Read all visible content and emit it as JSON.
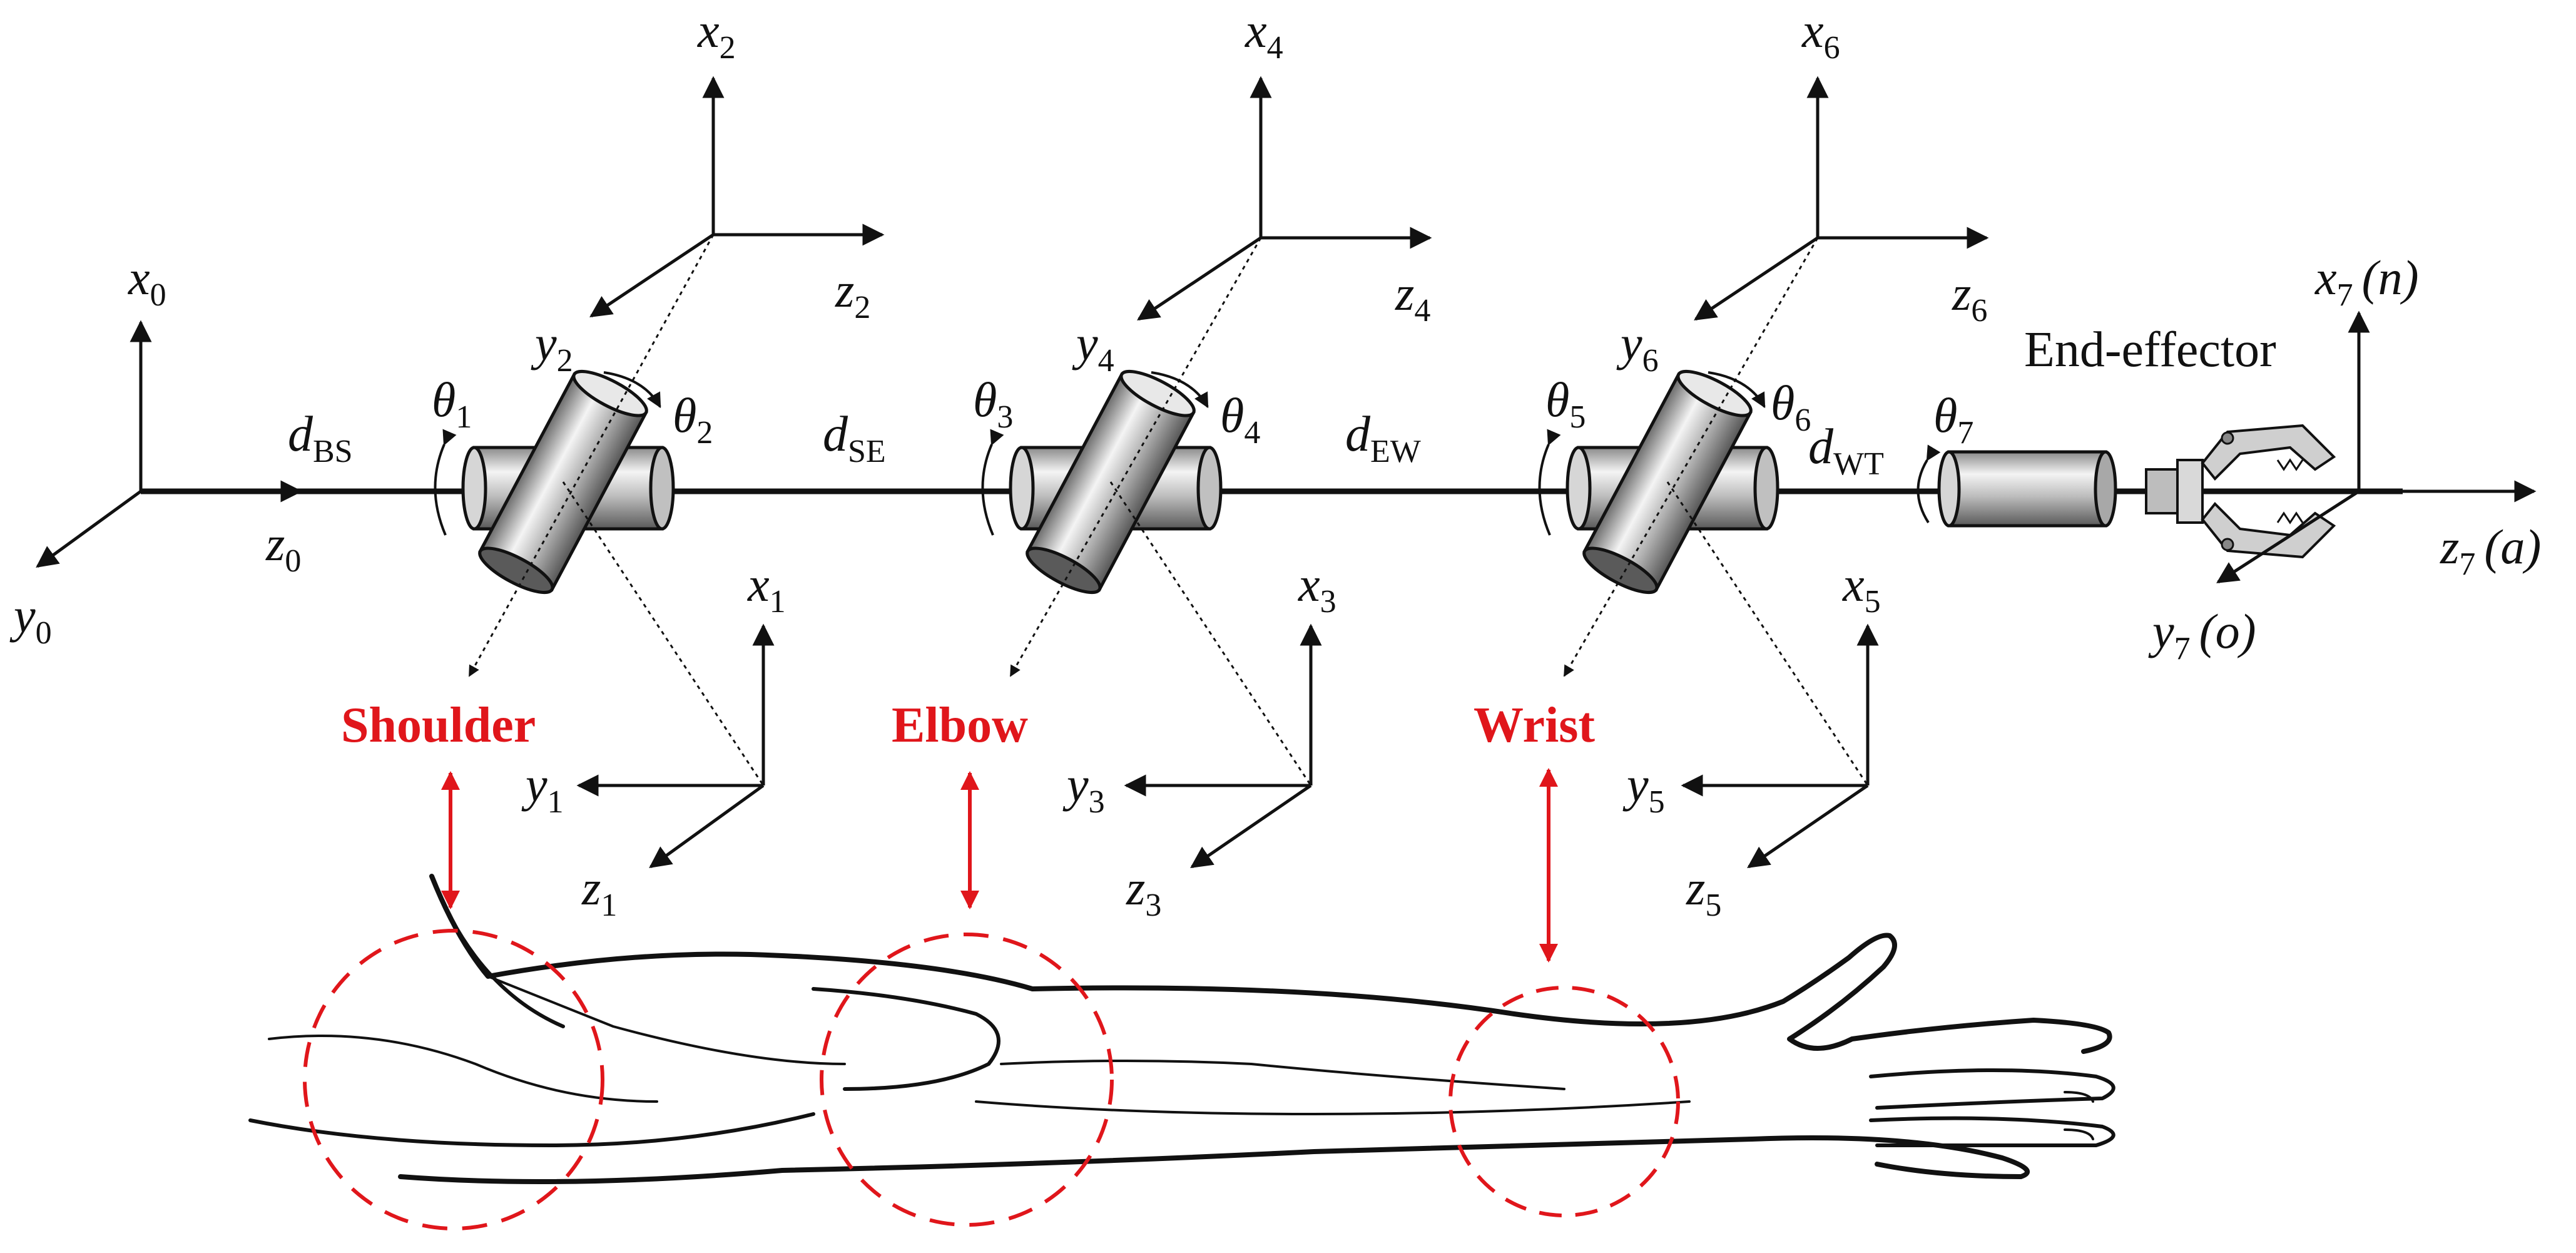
{
  "frames": {
    "f0": {
      "x": "x",
      "x_sub": "0",
      "y": "y",
      "y_sub": "0",
      "z": "z",
      "z_sub": "0"
    },
    "f1": {
      "x": "x",
      "x_sub": "1",
      "y": "y",
      "y_sub": "1",
      "z": "z",
      "z_sub": "1"
    },
    "f2": {
      "x": "x",
      "x_sub": "2",
      "y": "y",
      "y_sub": "2",
      "z": "z",
      "z_sub": "2"
    },
    "f3": {
      "x": "x",
      "x_sub": "3",
      "y": "y",
      "y_sub": "3",
      "z": "z",
      "z_sub": "3"
    },
    "f4": {
      "x": "x",
      "x_sub": "4",
      "y": "y",
      "y_sub": "4",
      "z": "z",
      "z_sub": "4"
    },
    "f5": {
      "x": "x",
      "x_sub": "5",
      "y": "y",
      "y_sub": "5",
      "z": "z",
      "z_sub": "5"
    },
    "f6": {
      "x": "x",
      "x_sub": "6",
      "y": "y",
      "y_sub": "6",
      "z": "z",
      "z_sub": "6"
    },
    "f7": {
      "x": "x",
      "x_sub": "7",
      "x_suffix": "(n)",
      "y": "y",
      "y_sub": "7",
      "y_suffix": "(o)",
      "z": "z",
      "z_sub": "7",
      "z_suffix": "(a)"
    }
  },
  "distances": {
    "bs": {
      "d": "d",
      "sub": "BS"
    },
    "se": {
      "d": "d",
      "sub": "SE"
    },
    "ew": {
      "d": "d",
      "sub": "EW"
    },
    "wt": {
      "d": "d",
      "sub": "WT"
    }
  },
  "angles": [
    {
      "t": "θ",
      "sub": "1"
    },
    {
      "t": "θ",
      "sub": "2"
    },
    {
      "t": "θ",
      "sub": "3"
    },
    {
      "t": "θ",
      "sub": "4"
    },
    {
      "t": "θ",
      "sub": "5"
    },
    {
      "t": "θ",
      "sub": "6"
    },
    {
      "t": "θ",
      "sub": "7"
    }
  ],
  "joints": {
    "shoulder": "Shoulder",
    "elbow": "Elbow",
    "wrist": "Wrist"
  },
  "end_effector": "End-effector",
  "colors": {
    "line": "#111111",
    "accent_red": "#e0161b",
    "cyl_light": "#f2f2f2",
    "cyl_dark": "#6e6e6e"
  }
}
